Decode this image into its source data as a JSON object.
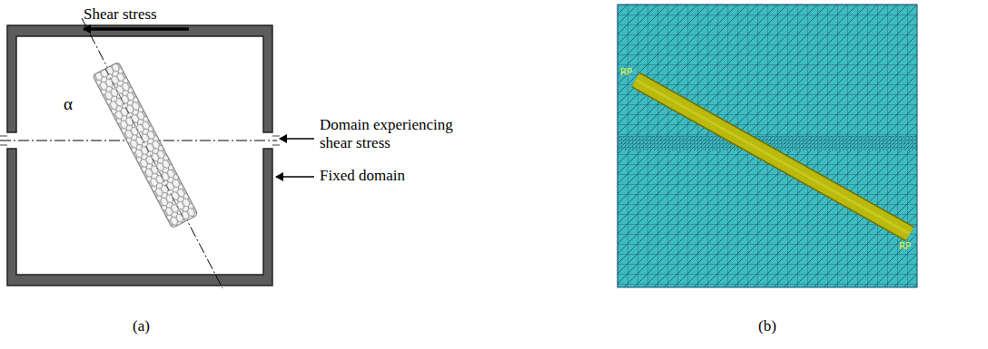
{
  "diagram": {
    "labels": [
      "Shear stress",
      "α",
      "Domain experiencing shear stress",
      "Fixed domain",
      "(a)",
      "(b)",
      "RP",
      "RP"
    ]
  }
}
